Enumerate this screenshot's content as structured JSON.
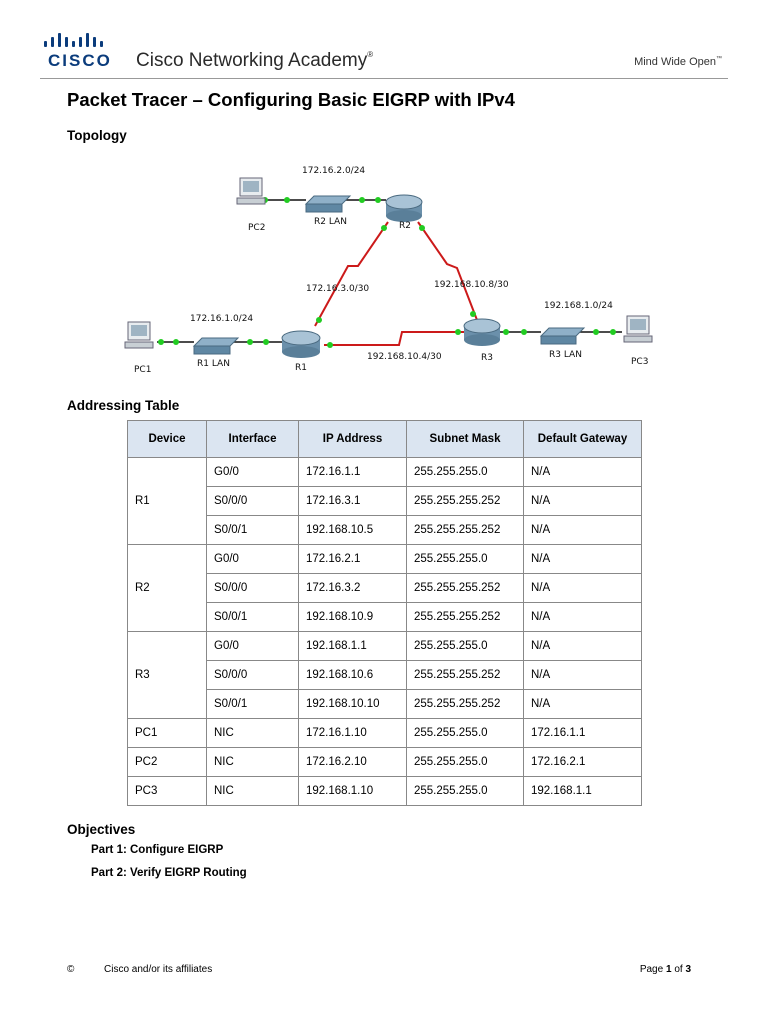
{
  "header": {
    "brand": "CISCO",
    "academy": "Cisco Networking Academy",
    "reg_mark": "®",
    "tagline": "Mind Wide Open",
    "tm_mark": "™"
  },
  "title": "Packet Tracer – Configuring Basic EIGRP with IPv4",
  "sections": {
    "topology": "Topology",
    "addressing": "Addressing Table",
    "objectives": "Objectives"
  },
  "topology": {
    "devices": {
      "pc1": "PC1",
      "pc2": "PC2",
      "pc3": "PC3",
      "r1": "R1",
      "r2": "R2",
      "r3": "R3",
      "sw1": "R1 LAN",
      "sw2": "R2 LAN",
      "sw3": "R3 LAN"
    },
    "networks": {
      "net_r2_lan": "172.16.2.0/24",
      "net_r1_lan": "172.16.1.0/24",
      "net_r3_lan": "192.168.1.0/24",
      "net_r1_r2": "172.16.3.0/30",
      "net_r2_r3": "192.168.10.8/30",
      "net_r1_r3": "192.168.10.4/30"
    },
    "colors": {
      "serial": "#cc1a1a",
      "ethernet": "#111111",
      "link_up": "#22cc22"
    }
  },
  "table": {
    "headers": [
      "Device",
      "Interface",
      "IP Address",
      "Subnet Mask",
      "Default Gateway"
    ],
    "groups": [
      {
        "device": "R1",
        "rows": [
          [
            "G0/0",
            "172.16.1.1",
            "255.255.255.0",
            "N/A"
          ],
          [
            "S0/0/0",
            "172.16.3.1",
            "255.255.255.252",
            "N/A"
          ],
          [
            "S0/0/1",
            "192.168.10.5",
            "255.255.255.252",
            "N/A"
          ]
        ]
      },
      {
        "device": "R2",
        "rows": [
          [
            "G0/0",
            "172.16.2.1",
            "255.255.255.0",
            "N/A"
          ],
          [
            "S0/0/0",
            "172.16.3.2",
            "255.255.255.252",
            "N/A"
          ],
          [
            "S0/0/1",
            "192.168.10.9",
            "255.255.255.252",
            "N/A"
          ]
        ]
      },
      {
        "device": "R3",
        "rows": [
          [
            "G0/0",
            "192.168.1.1",
            "255.255.255.0",
            "N/A"
          ],
          [
            "S0/0/0",
            "192.168.10.6",
            "255.255.255.252",
            "N/A"
          ],
          [
            "S0/0/1",
            "192.168.10.10",
            "255.255.255.252",
            "N/A"
          ]
        ]
      },
      {
        "device": "PC1",
        "rows": [
          [
            "NIC",
            "172.16.1.10",
            "255.255.255.0",
            "172.16.1.1"
          ]
        ]
      },
      {
        "device": "PC2",
        "rows": [
          [
            "NIC",
            "172.16.2.10",
            "255.255.255.0",
            "172.16.2.1"
          ]
        ]
      },
      {
        "device": "PC3",
        "rows": [
          [
            "NIC",
            "192.168.1.10",
            "255.255.255.0",
            "192.168.1.1"
          ]
        ]
      }
    ]
  },
  "objectives": [
    "Part 1: Configure EIGRP",
    "Part 2: Verify EIGRP Routing"
  ],
  "footer": {
    "copyright_symbol": "©",
    "affiliates": "Cisco and/or its affiliates",
    "page_word": "Page",
    "page_current": "1",
    "page_of": "of",
    "page_total": "3"
  }
}
